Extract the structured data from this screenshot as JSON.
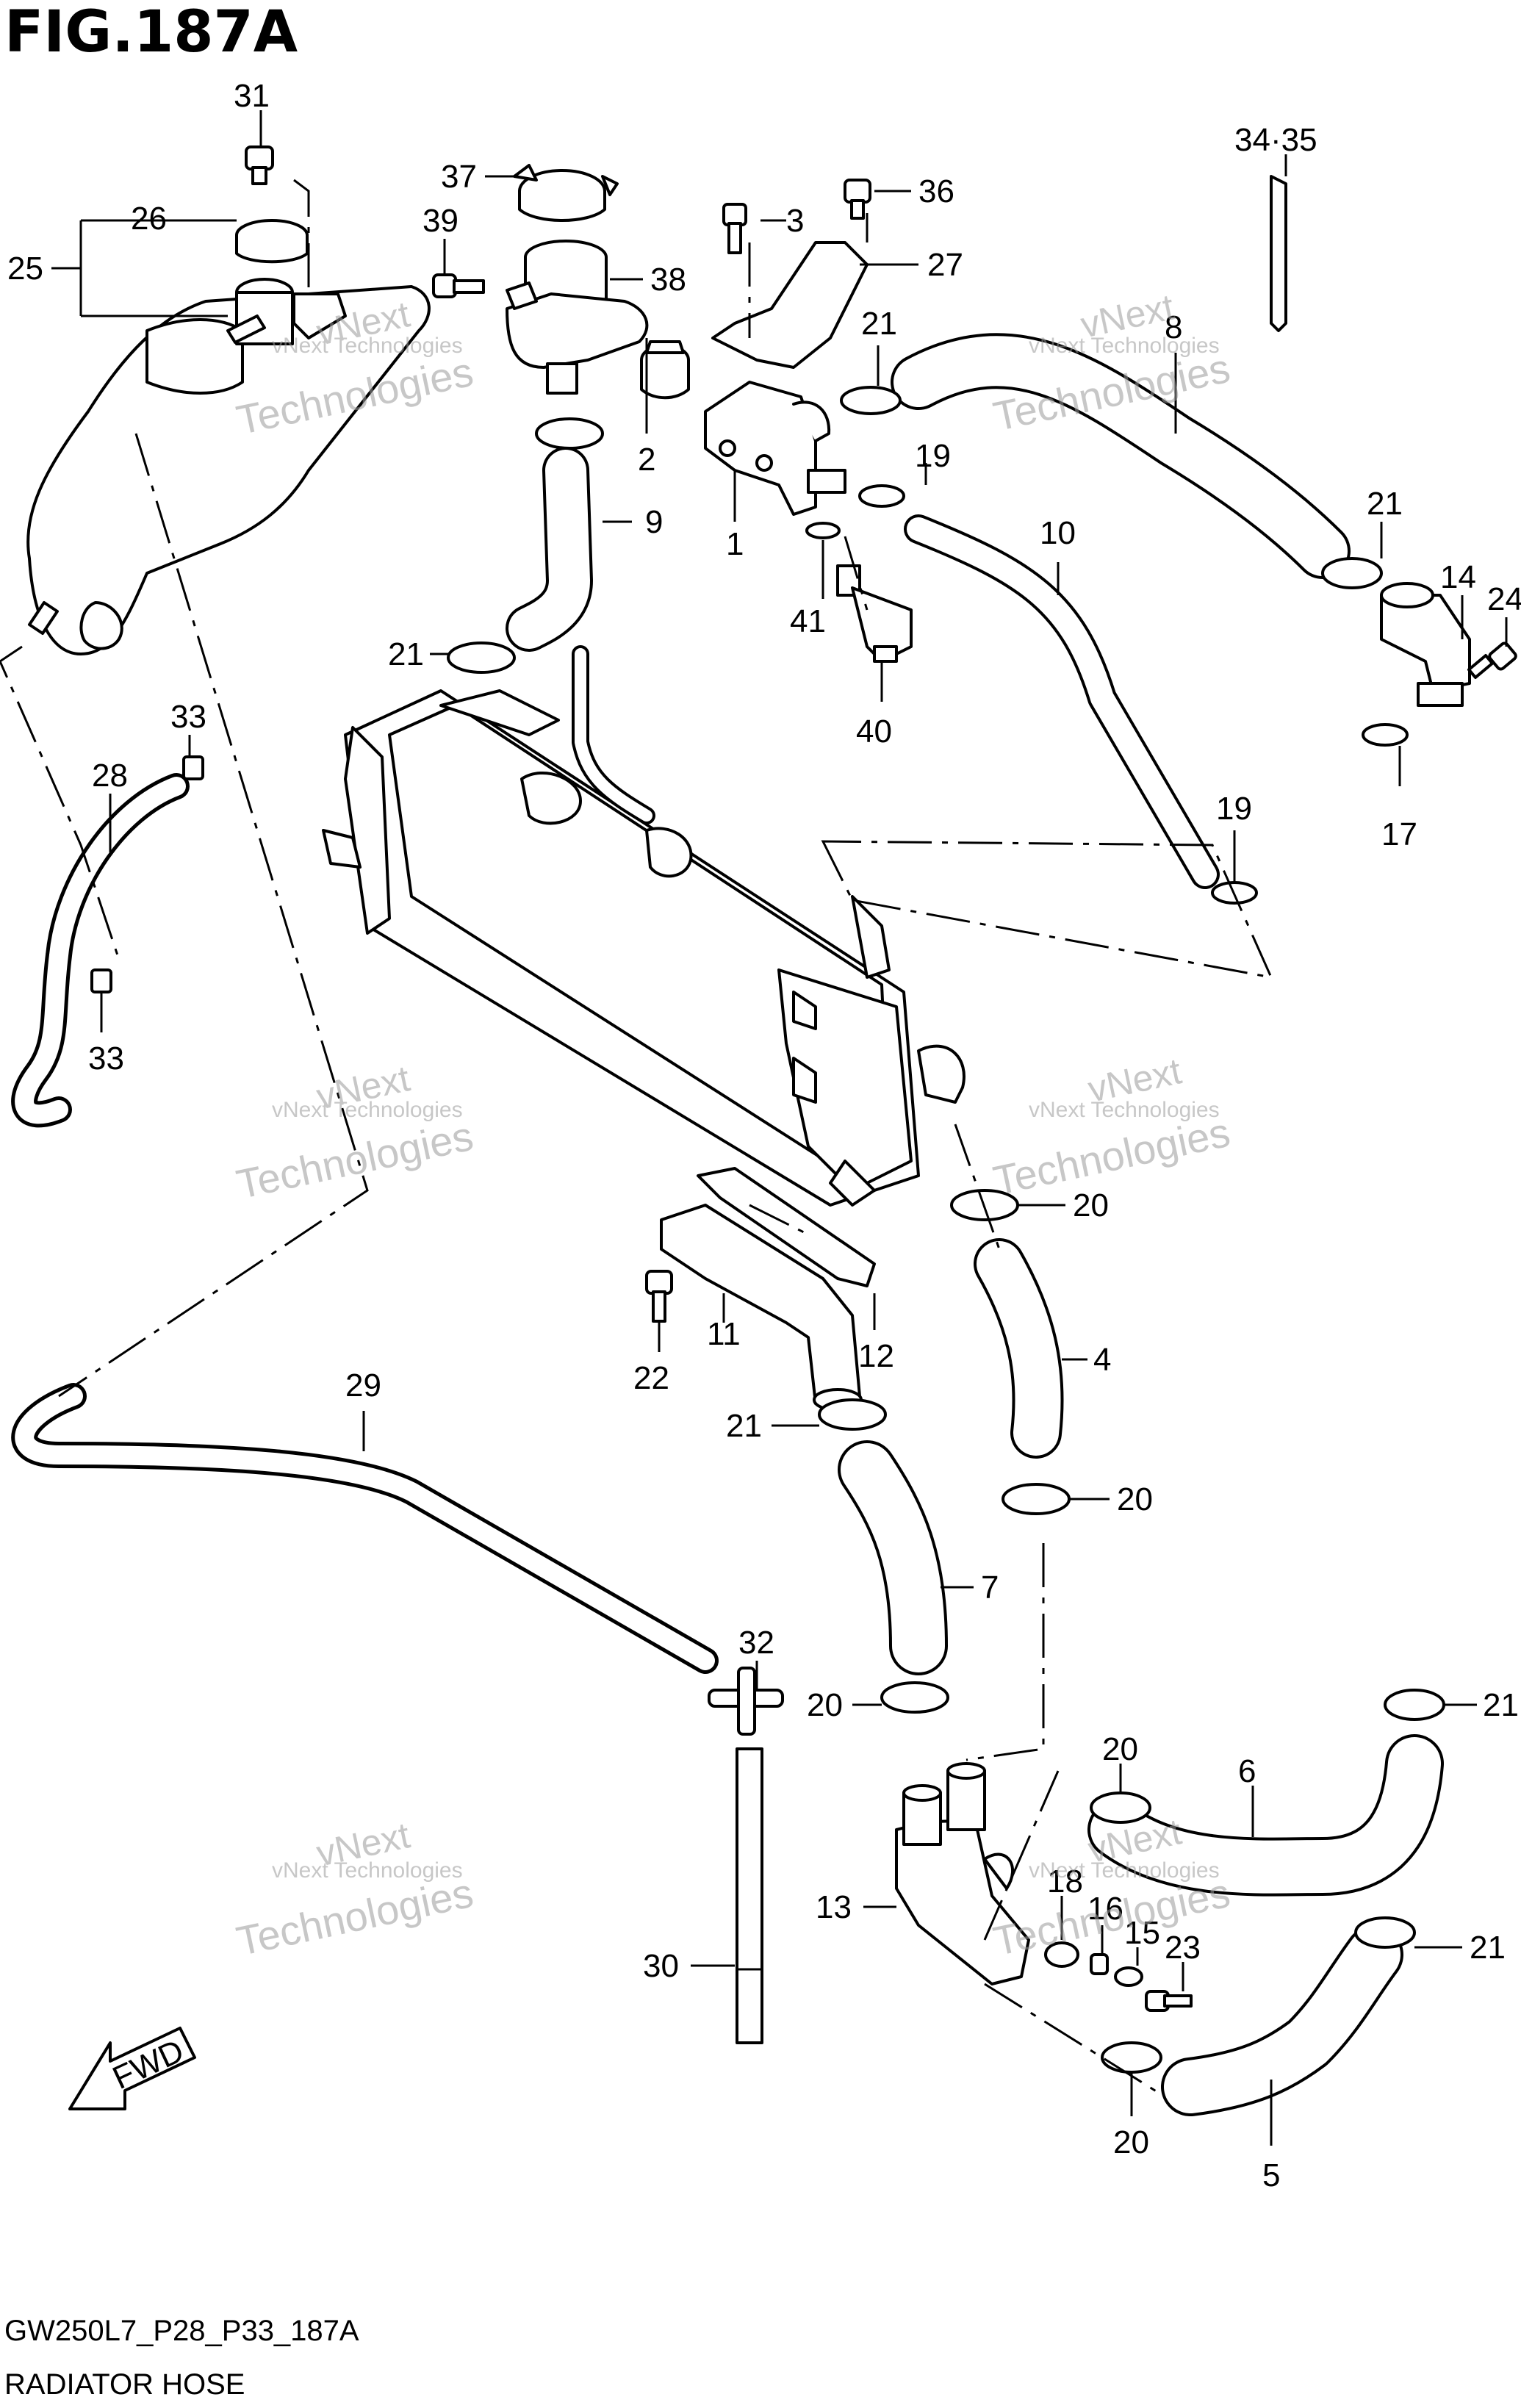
{
  "figure": {
    "title": "FIG.187A",
    "model_code": "GW250L7_P28_P33_187A",
    "caption": "RADIATOR HOSE"
  },
  "watermark": {
    "line1": "vNext Technologies",
    "line2": "Technologies",
    "line3": "vNext"
  },
  "fwd_label": "FWD",
  "callouts": [
    "31",
    "26",
    "25",
    "37",
    "39",
    "38",
    "3",
    "36",
    "27",
    "34·35",
    "8",
    "21",
    "2",
    "9",
    "1",
    "19",
    "41",
    "40",
    "10",
    "21",
    "14",
    "24",
    "17",
    "33",
    "28",
    "33",
    "21",
    "19",
    "20",
    "11",
    "12",
    "22",
    "4",
    "21",
    "29",
    "20",
    "7",
    "32",
    "20",
    "20",
    "6",
    "21",
    "13",
    "18",
    "16",
    "15",
    "23",
    "21",
    "30",
    "20",
    "5"
  ]
}
